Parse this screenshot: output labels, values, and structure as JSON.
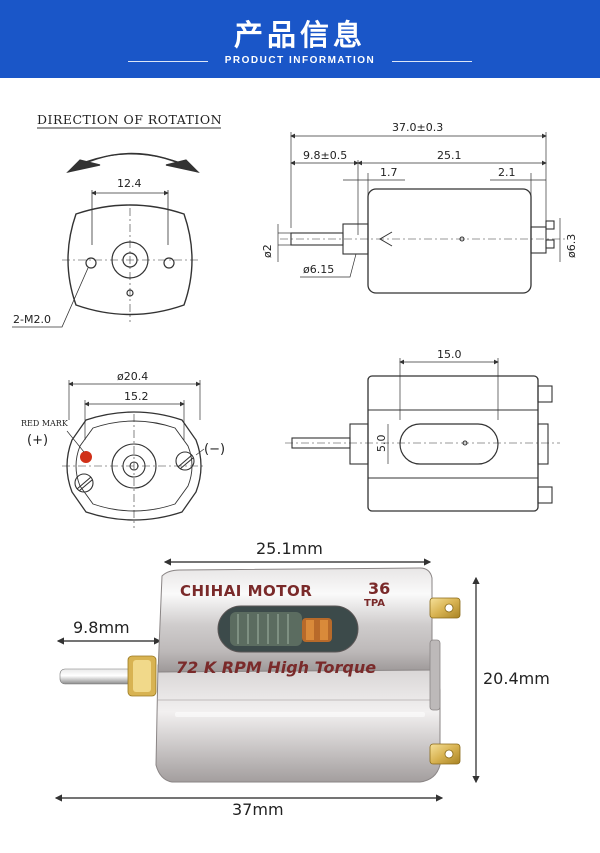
{
  "header": {
    "title": "产品信息",
    "subtitle": "PRODUCT INFORMATION",
    "bg_color": "#1a56c8"
  },
  "rotation_view": {
    "caption": "DIRECTION OF ROTATION",
    "dim_width": "12.4",
    "dim_holes": "2-M2.0"
  },
  "side_view": {
    "dim_total": "37.0±0.3",
    "dim_shaft": "9.8±0.5",
    "dim_body": "25.1",
    "dim_bushing": "1.7",
    "dim_end": "2.1",
    "dim_shaft_dia": "ø2",
    "dim_bushing_dia": "ø6.15",
    "dim_end_dia": "ø6.3"
  },
  "back_view": {
    "dim_diameter": "ø20.4",
    "dim_terminals": "15.2",
    "red_mark_label": "RED MARK",
    "positive_label": "(+)",
    "negative_label": "(−)",
    "red_mark_color": "#d03018"
  },
  "top_view": {
    "dim_window_length": "15.0",
    "dim_window_height": "5.0"
  },
  "photo": {
    "brand_text": "CHIHAI MOTOR",
    "model_number": "36",
    "model_suffix": "TPA",
    "spec_text": "72 K RPM  High Torque",
    "dim_body": "25.1mm",
    "dim_shaft": "9.8mm",
    "dim_height": "20.4mm",
    "dim_total": "37mm",
    "engraving_color": "#7a2a2a"
  }
}
